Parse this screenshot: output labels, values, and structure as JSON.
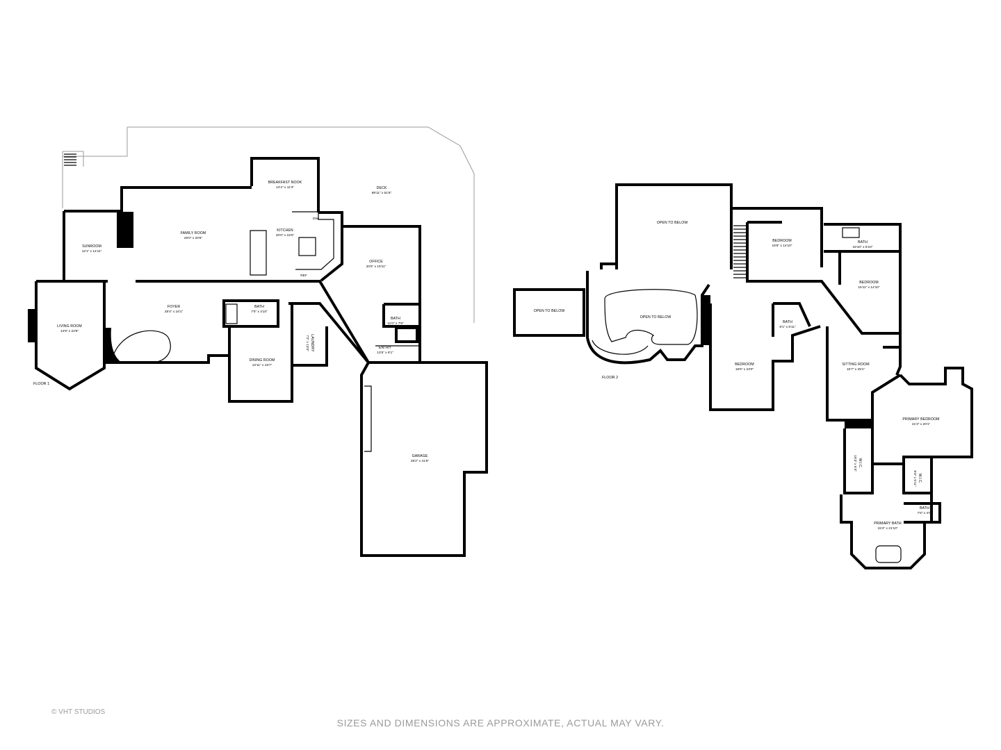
{
  "floors": [
    {
      "label": "FLOOR 1",
      "rooms": [
        {
          "id": "deck",
          "name": "DECK",
          "dims": "89'11\" x 51'6\""
        },
        {
          "id": "breakfast-nook",
          "name": "BREAKFAST NOOK",
          "dims": "14'4\" x 11'4\""
        },
        {
          "id": "family-room",
          "name": "FAMILY ROOM",
          "dims": "26'0\" x 20'6\""
        },
        {
          "id": "kitchen",
          "name": "KITCHEN",
          "dims": "20'0\" x 15'0\""
        },
        {
          "id": "sunroom",
          "name": "SUNROOM",
          "dims": "12'1\" x 14'11\""
        },
        {
          "id": "office",
          "name": "OFFICE",
          "dims": "20'5\" x 19'11\""
        },
        {
          "id": "foyer",
          "name": "FOYER",
          "dims": "25'4\" x 16'1\""
        },
        {
          "id": "living-room",
          "name": "LIVING ROOM",
          "dims": "14'9\" x 22'8\""
        },
        {
          "id": "bath-1a",
          "name": "BATH",
          "dims": "7'0\" x 4'10\""
        },
        {
          "id": "bath-1b",
          "name": "BATH",
          "dims": "11'0\" x 7'9\""
        },
        {
          "id": "laundry",
          "name": "LAUNDRY",
          "dims": "7'2\" x 13'0\""
        },
        {
          "id": "entry",
          "name": "ENTRY",
          "dims": "13'5\" x 6'1\""
        },
        {
          "id": "dining-room",
          "name": "DINING ROOM",
          "dims": "12'11\" x 15'7\""
        },
        {
          "id": "garage",
          "name": "GARAGE",
          "dims": "26'2\" x 41'6\""
        }
      ]
    },
    {
      "label": "FLOOR 2",
      "rooms": [
        {
          "id": "open-below-top",
          "name": "OPEN TO BELOW",
          "dims": ""
        },
        {
          "id": "open-below-left",
          "name": "OPEN TO BELOW",
          "dims": ""
        },
        {
          "id": "open-below-center",
          "name": "OPEN TO BELOW",
          "dims": ""
        },
        {
          "id": "bedroom-a",
          "name": "BEDROOM",
          "dims": "19'5\" x 14'10\""
        },
        {
          "id": "bath-2a",
          "name": "BATH",
          "dims": "16'10\" x 5'10\""
        },
        {
          "id": "bedroom-b",
          "name": "BEDROOM",
          "dims": "15'11\" x 14'10\""
        },
        {
          "id": "bath-2b",
          "name": "BATH",
          "dims": "8'1\" x 6'11\""
        },
        {
          "id": "bedroom-c",
          "name": "BEDROOM",
          "dims": "18'6\" x 23'0\""
        },
        {
          "id": "sitting-room",
          "name": "SITTING ROOM",
          "dims": "15'7\" x 25'1\""
        },
        {
          "id": "primary-bedroom",
          "name": "PRIMARY BEDROOM",
          "dims": "21'3\" x 20'1\""
        },
        {
          "id": "wic-a",
          "name": "W.I.C.",
          "dims": "15'3\" x 5'3\""
        },
        {
          "id": "wic-b",
          "name": "W.I.C.",
          "dims": "8'4\" x 5'11\""
        },
        {
          "id": "bath-2c",
          "name": "BATH",
          "dims": "7'6\" x 4'0\""
        },
        {
          "id": "primary-bath",
          "name": "PRIMARY BATH",
          "dims": "15'4\" x 21'10\""
        }
      ]
    }
  ],
  "appliance_labels": {
    "dishwasher": "DW",
    "refrigerator": "REF"
  },
  "copyright": "© VHT STUDIOS",
  "disclaimer": "SIZES AND DIMENSIONS ARE APPROXIMATE, ACTUAL MAY VARY."
}
